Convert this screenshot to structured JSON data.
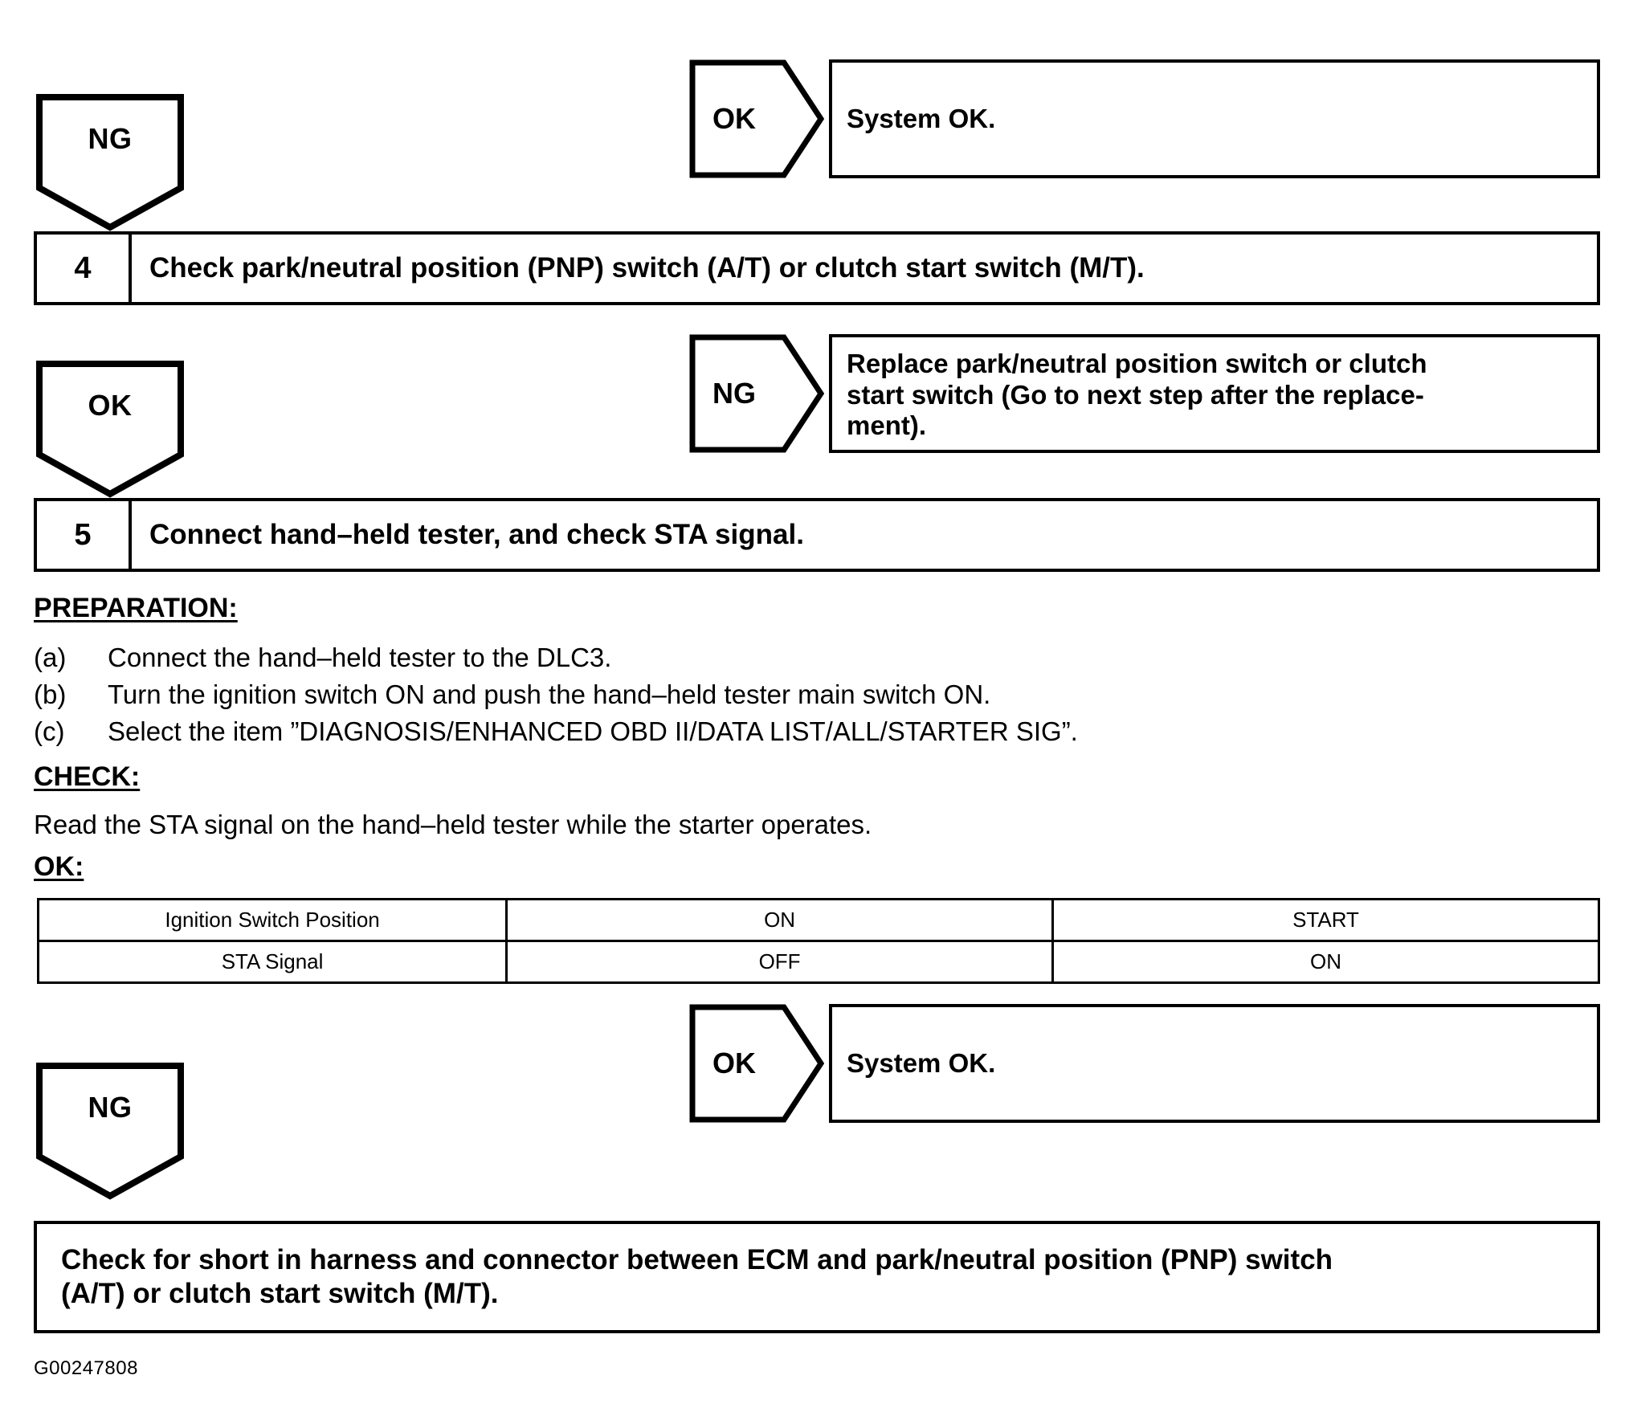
{
  "document": {
    "id_code": "G00247808"
  },
  "flow": {
    "ng_label": "NG",
    "ok_label": "OK"
  },
  "branch_top_ok": {
    "tag": "OK",
    "result": "System OK."
  },
  "step4": {
    "number": "4",
    "title": "Check park/neutral position (PNP) switch (A/T) or clutch start switch (M/T)."
  },
  "branch_step4_ng": {
    "tag": "NG",
    "result": "Replace park/neutral position switch or clutch\nstart switch (Go to next step after the replace-\nment)."
  },
  "branch_step4_ok": {
    "tag": "OK"
  },
  "step5": {
    "number": "5",
    "title": "Connect hand–held tester, and check STA signal."
  },
  "preparation": {
    "heading": "PREPARATION:",
    "items": [
      {
        "mark": "(a)",
        "text": "Connect the hand–held tester to the DLC3."
      },
      {
        "mark": "(b)",
        "text": "Turn the ignition switch ON and push the hand–held tester main switch ON."
      },
      {
        "mark": "(c)",
        "text": "Select the item ”DIAGNOSIS/ENHANCED OBD II/DATA LIST/ALL/STARTER SIG”."
      }
    ]
  },
  "check": {
    "heading": "CHECK:",
    "text": "Read the STA signal on the hand–held tester while the starter operates."
  },
  "ok": {
    "heading": "OK:"
  },
  "spec_table": {
    "rows": [
      {
        "label": "Ignition Switch Position",
        "col1": "ON",
        "col2": "START"
      },
      {
        "label": "STA Signal",
        "col1": "OFF",
        "col2": "ON"
      }
    ]
  },
  "branch_step5_ok": {
    "tag": "OK",
    "result": "System OK."
  },
  "branch_step5_ng": {
    "tag": "NG"
  },
  "final_action": {
    "text": "Check for short in harness and connector between ECM and park/neutral position (PNP) switch\n(A/T) or clutch start switch (M/T)."
  }
}
